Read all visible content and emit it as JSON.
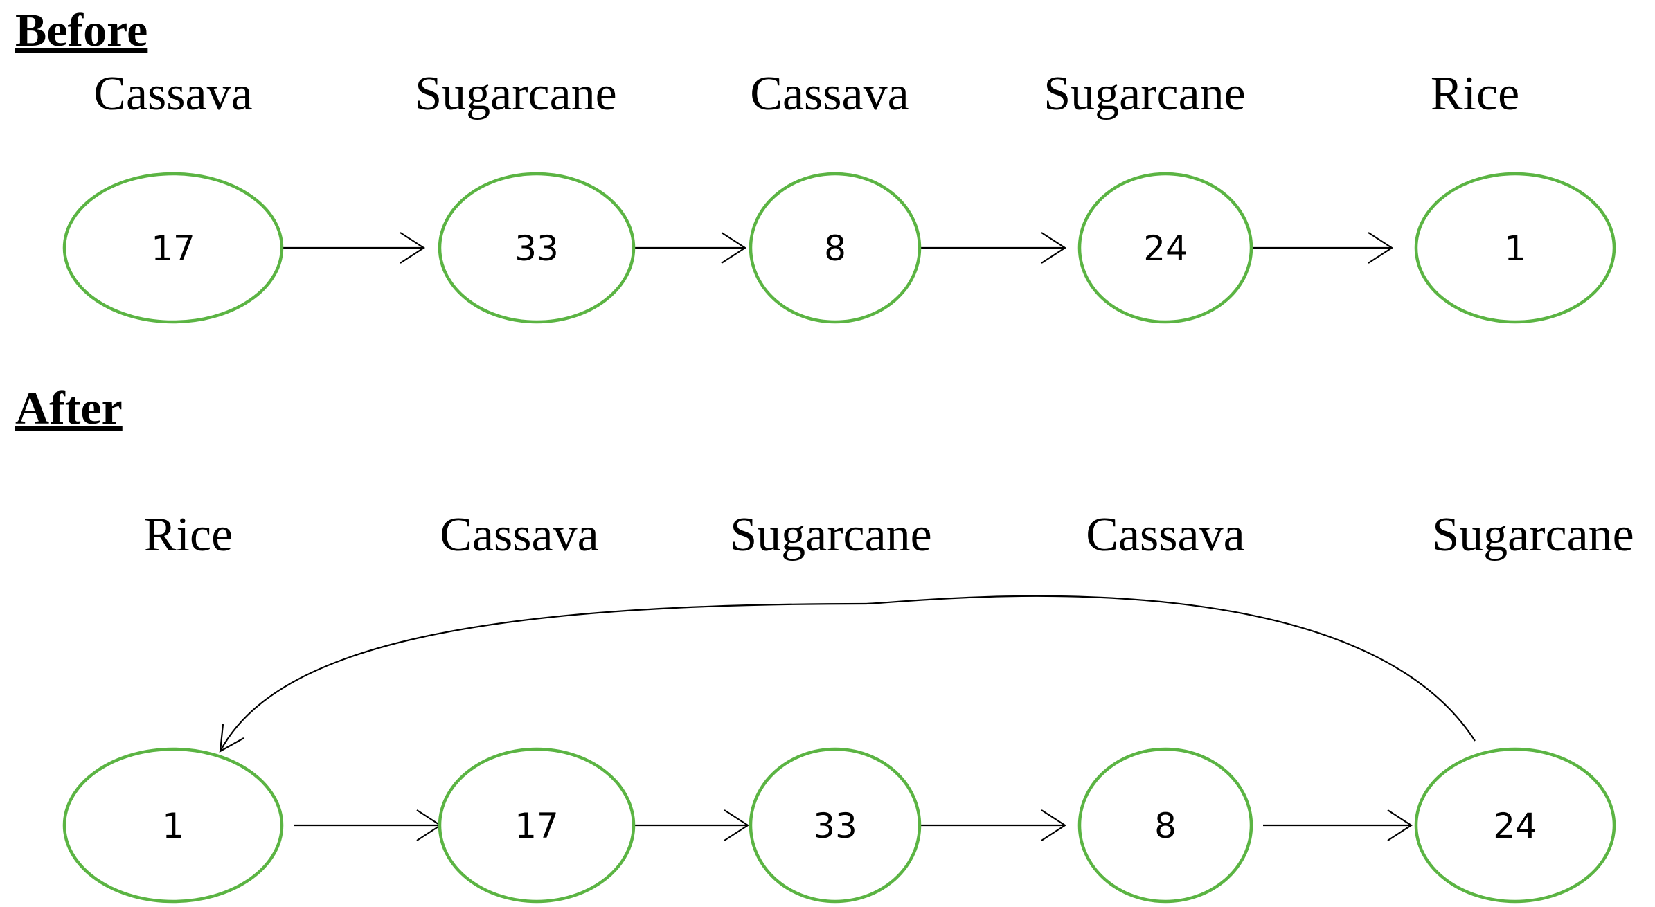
{
  "colors": {
    "node_stroke": "#5bb443",
    "arrow": "#000000",
    "text": "#000000"
  },
  "sections": [
    {
      "id": "before",
      "heading": "Before",
      "nodes": [
        {
          "crop": "Cassava",
          "value": "17"
        },
        {
          "crop": "Sugarcane",
          "value": "33"
        },
        {
          "crop": "Cassava",
          "value": "8"
        },
        {
          "crop": "Sugarcane",
          "value": "24"
        },
        {
          "crop": "Rice",
          "value": "1"
        }
      ],
      "edges": [
        {
          "from": 0,
          "to": 1
        },
        {
          "from": 1,
          "to": 2
        },
        {
          "from": 2,
          "to": 3
        },
        {
          "from": 3,
          "to": 4
        }
      ]
    },
    {
      "id": "after",
      "heading": "After",
      "nodes": [
        {
          "crop": "Rice",
          "value": "1"
        },
        {
          "crop": "Cassava",
          "value": "17"
        },
        {
          "crop": "Sugarcane",
          "value": "33"
        },
        {
          "crop": "Cassava",
          "value": "8"
        },
        {
          "crop": "Sugarcane",
          "value": "24"
        }
      ],
      "edges": [
        {
          "from": 0,
          "to": 1
        },
        {
          "from": 1,
          "to": 2
        },
        {
          "from": 2,
          "to": 3
        },
        {
          "from": 3,
          "to": 4
        },
        {
          "from": 4,
          "to": 0,
          "curved": true
        }
      ]
    }
  ]
}
